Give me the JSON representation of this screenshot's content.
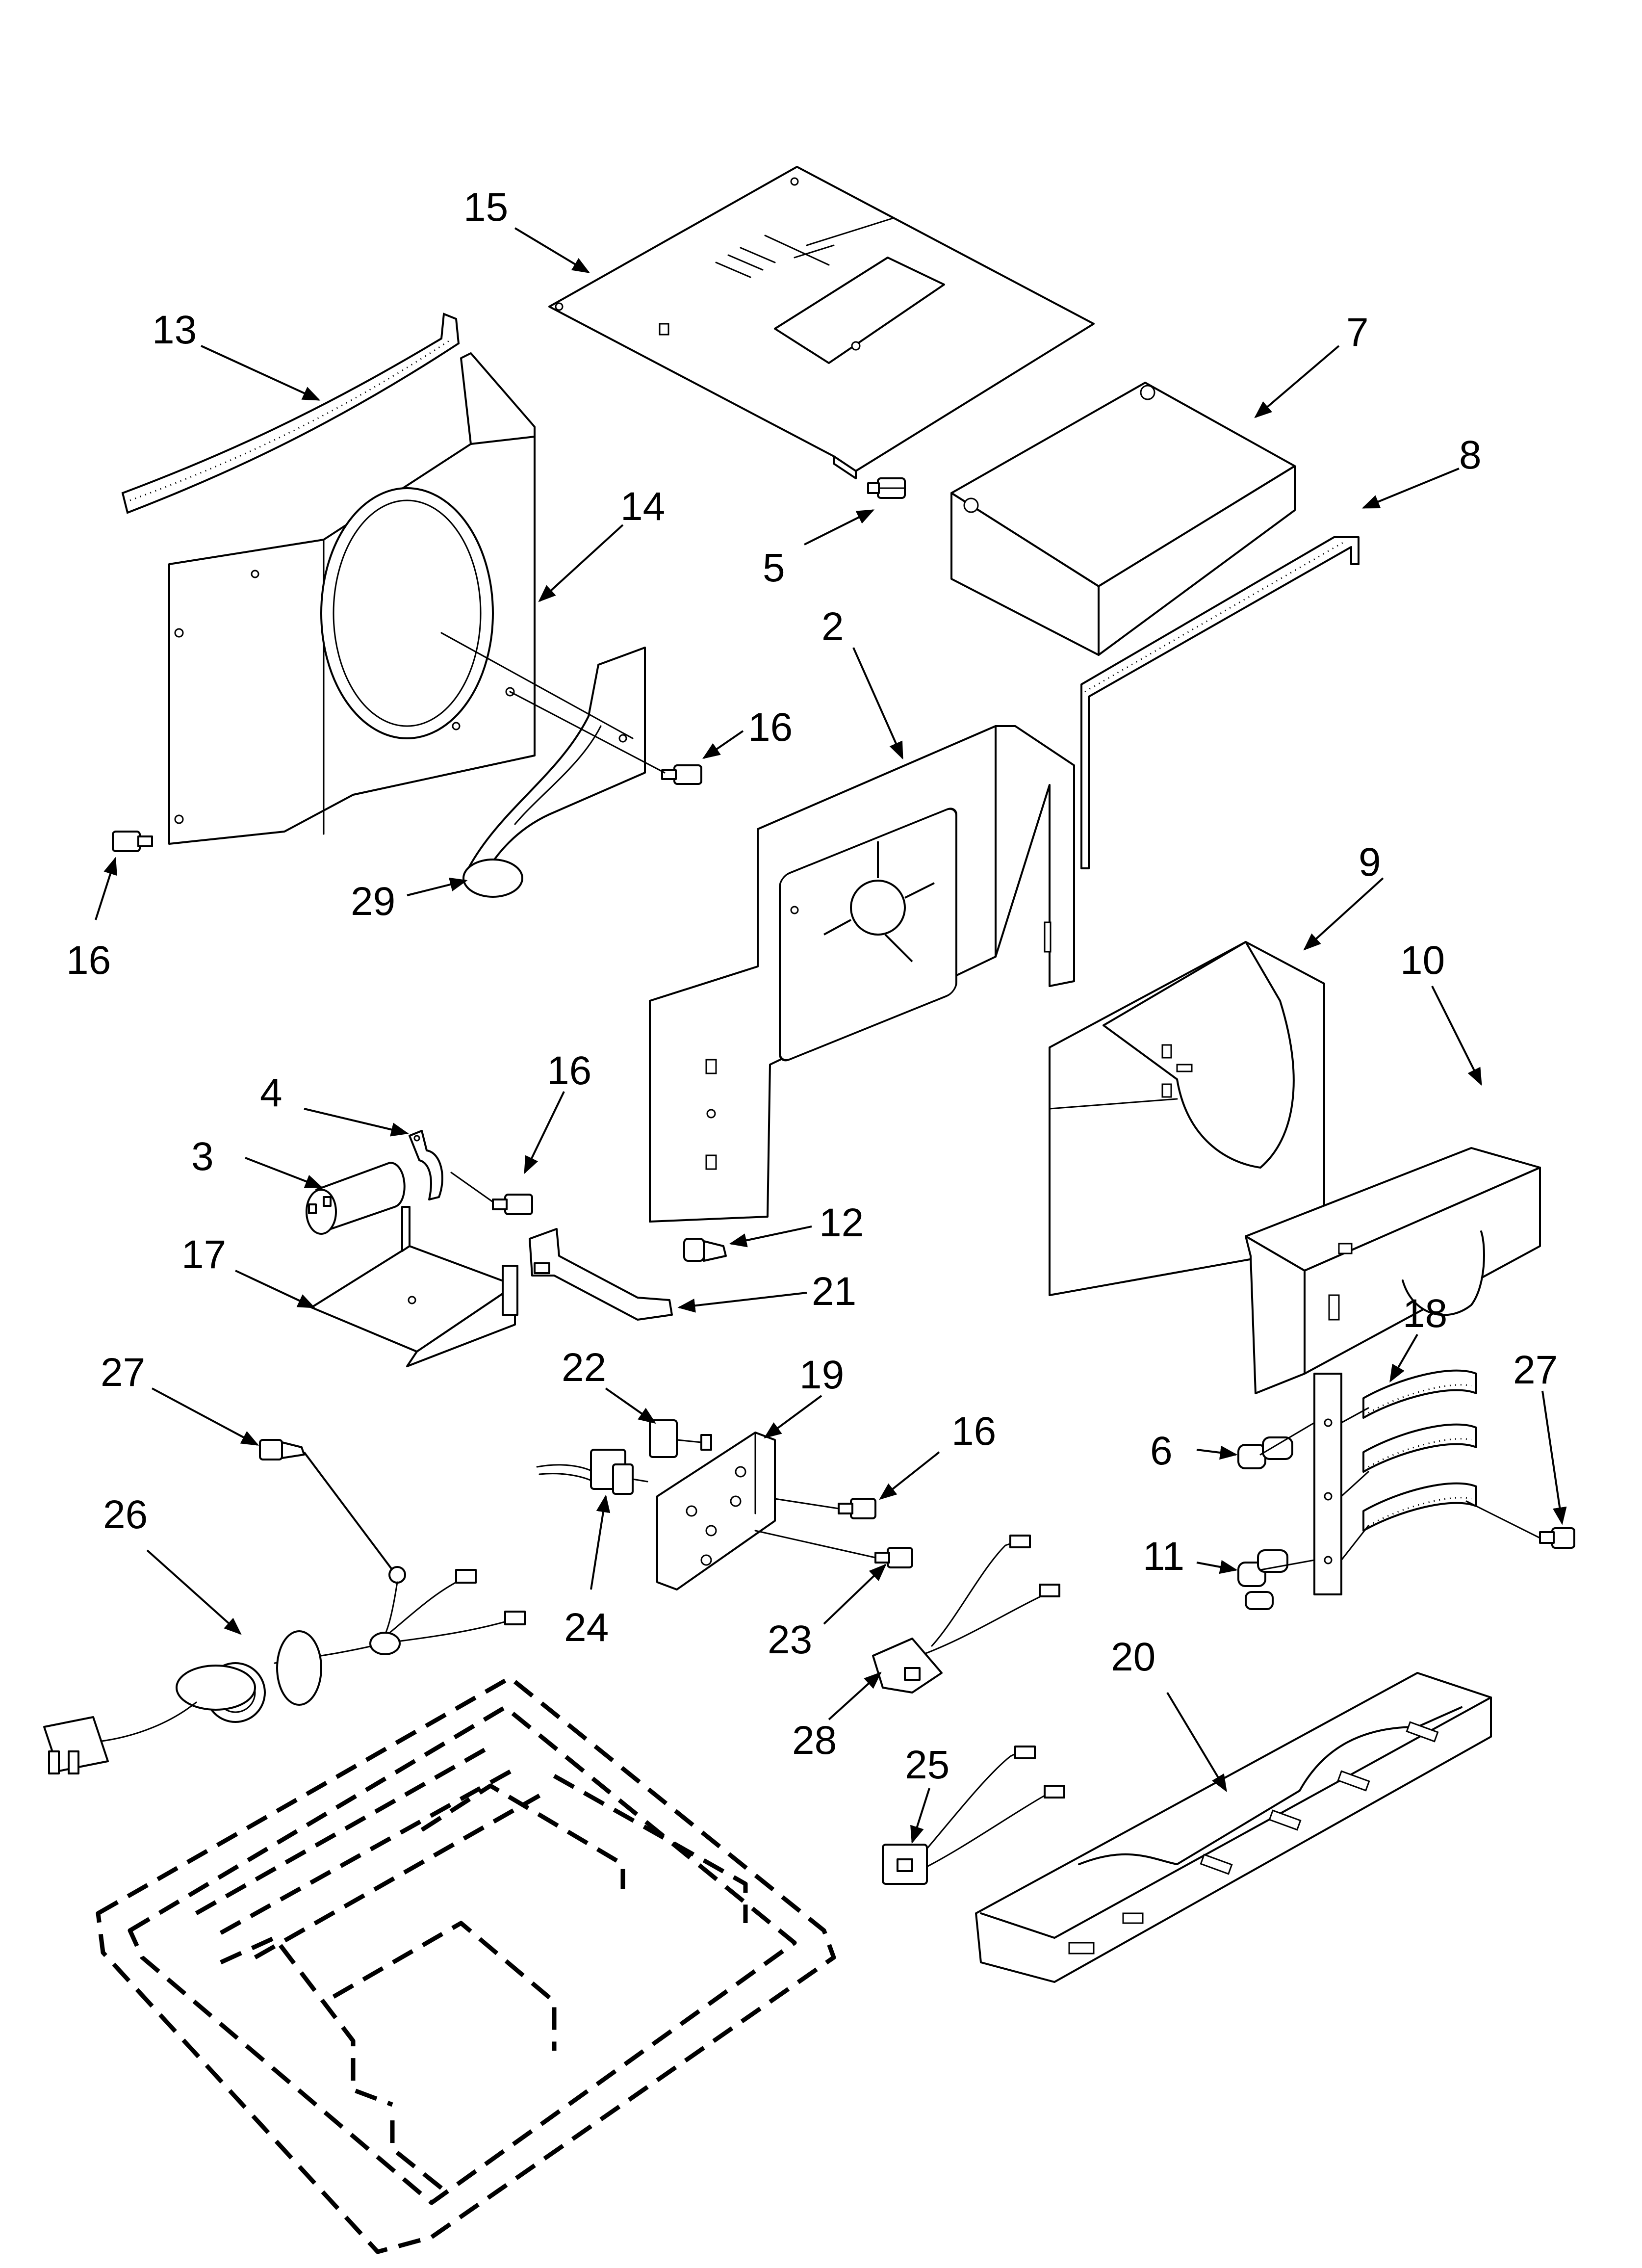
{
  "callouts": [
    {
      "id": "c15",
      "label": "15"
    },
    {
      "id": "c13",
      "label": "13"
    },
    {
      "id": "c7",
      "label": "7"
    },
    {
      "id": "c8",
      "label": "8"
    },
    {
      "id": "c14",
      "label": "14"
    },
    {
      "id": "c5",
      "label": "5"
    },
    {
      "id": "c2",
      "label": "2"
    },
    {
      "id": "c16a",
      "label": "16"
    },
    {
      "id": "c16b",
      "label": "16"
    },
    {
      "id": "c29",
      "label": "29"
    },
    {
      "id": "c9",
      "label": "9"
    },
    {
      "id": "c10",
      "label": "10"
    },
    {
      "id": "c4",
      "label": "4"
    },
    {
      "id": "c16c",
      "label": "16"
    },
    {
      "id": "c3",
      "label": "3"
    },
    {
      "id": "c12",
      "label": "12"
    },
    {
      "id": "c17",
      "label": "17"
    },
    {
      "id": "c21",
      "label": "21"
    },
    {
      "id": "c18",
      "label": "18"
    },
    {
      "id": "c22",
      "label": "22"
    },
    {
      "id": "c19",
      "label": "19"
    },
    {
      "id": "c27a",
      "label": "27"
    },
    {
      "id": "c27b",
      "label": "27"
    },
    {
      "id": "c16d",
      "label": "16"
    },
    {
      "id": "c6",
      "label": "6"
    },
    {
      "id": "c26",
      "label": "26"
    },
    {
      "id": "c11",
      "label": "11"
    },
    {
      "id": "c24",
      "label": "24"
    },
    {
      "id": "c23",
      "label": "23"
    },
    {
      "id": "c20",
      "label": "20"
    },
    {
      "id": "c28",
      "label": "28"
    },
    {
      "id": "c25",
      "label": "25"
    }
  ],
  "colors": {
    "ink": "#000000",
    "paper": "#ffffff"
  }
}
